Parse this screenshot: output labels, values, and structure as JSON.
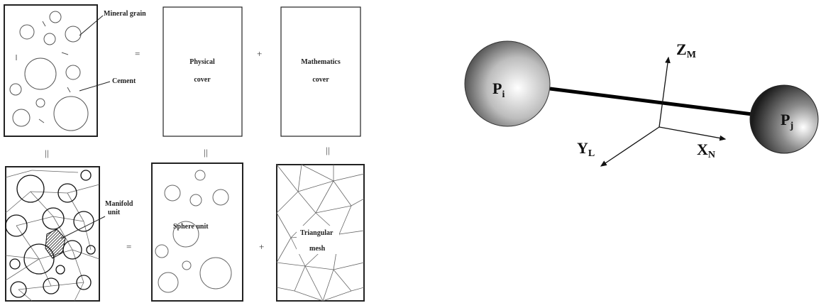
{
  "left_panel": {
    "labels": {
      "mineral_grain": "Mineral grain",
      "cement": "Cement",
      "physical_cover_1": "Physical",
      "physical_cover_2": "cover",
      "math_cover_1": "Mathematics",
      "math_cover_2": "cover",
      "manifold_unit_1": "Manifold",
      "manifold_unit_2": "unit",
      "sphere_unit": "Sphere unit",
      "triangular_mesh_1": "Triangular",
      "triangular_mesh_2": "mesh"
    },
    "operators": {
      "equals": "=",
      "plus": "+",
      "vertical_equals": "||"
    }
  },
  "right_panel": {
    "particle_i": {
      "main": "P",
      "sub": "i"
    },
    "particle_j": {
      "main": "P",
      "sub": "j"
    },
    "axis_z": {
      "main": "Z",
      "sub": "M"
    },
    "axis_y": {
      "main": "Y",
      "sub": "L"
    },
    "axis_x": {
      "main": "X",
      "sub": "N"
    },
    "colors": {
      "sphere_light": "#ffffff",
      "sphere_dark": "#4a4a4a",
      "sphere_j_dark": "#1c1c1c",
      "rod": "#000000"
    }
  }
}
